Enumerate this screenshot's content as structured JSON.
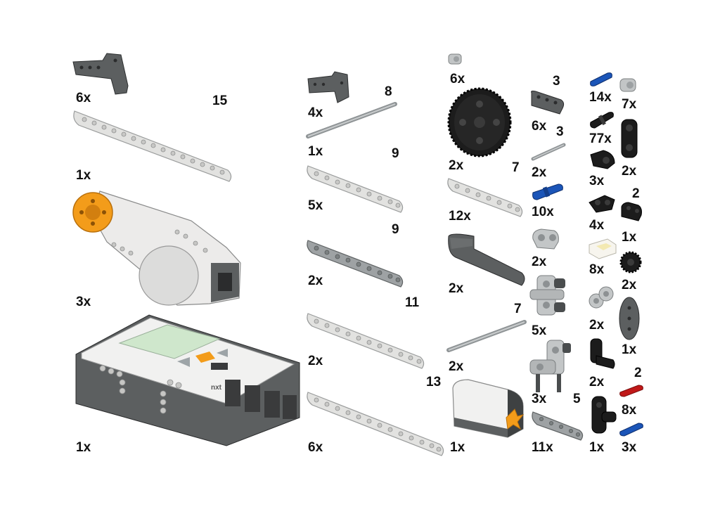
{
  "parts": {
    "lbeam_large": {
      "count": "6x",
      "icon": "lbeam-dark-icon"
    },
    "beam15": {
      "count": "1x",
      "length": "15",
      "icon": "beam-light-icon"
    },
    "motor": {
      "count": "3x",
      "icon": "servo-motor-icon"
    },
    "nxt": {
      "count": "1x",
      "brand": "nxt",
      "icon": "nxt-brick-icon"
    },
    "lbeam_small": {
      "count": "4x",
      "icon": "lbeam-dark-icon"
    },
    "axle8": {
      "count": "1x",
      "length": "8",
      "icon": "axle-icon"
    },
    "beam9a": {
      "count": "5x",
      "length": "9",
      "icon": "beam-light-icon"
    },
    "beam9b": {
      "count": "2x",
      "length": "9",
      "icon": "beam-gray-icon"
    },
    "beam11": {
      "count": "2x",
      "length": "11",
      "icon": "beam-light-icon"
    },
    "beam13": {
      "count": "6x",
      "length": "13",
      "icon": "beam-light-icon"
    },
    "bush": {
      "count": "6x",
      "icon": "bush-icon"
    },
    "gear40": {
      "count": "2x",
      "icon": "gear-icon"
    },
    "beam7a": {
      "count": "12x",
      "length": "7",
      "icon": "beam-light-icon"
    },
    "angbeam": {
      "count": "2x",
      "icon": "angle-beam-icon"
    },
    "axle7": {
      "count": "2x",
      "length": "7",
      "icon": "axle-icon"
    },
    "sensor": {
      "count": "1x",
      "icon": "sensor-icon"
    },
    "beam3": {
      "count": "6x",
      "length": "3",
      "icon": "beam-dark-icon"
    },
    "axle3": {
      "count": "2x",
      "length": "3",
      "icon": "axle-icon"
    },
    "bluepin": {
      "count": "10x",
      "icon": "pin-icon"
    },
    "conn1": {
      "count": "2x",
      "icon": "connector-icon"
    },
    "conn2": {
      "count": "5x",
      "icon": "connector-icon"
    },
    "conn3": {
      "count": "3x",
      "icon": "connector-icon"
    },
    "beam5": {
      "count": "11x",
      "length": "5",
      "icon": "beam-gray-icon"
    },
    "pin14": {
      "count": "14x",
      "icon": "pin-icon"
    },
    "bush7": {
      "count": "7x",
      "icon": "bush-icon"
    },
    "pin77": {
      "count": "77x",
      "icon": "pin-icon"
    },
    "conn2b": {
      "count": "2x",
      "icon": "connector-icon"
    },
    "conn3b": {
      "count": "3x",
      "icon": "connector-icon"
    },
    "pin4": {
      "count": "4x",
      "icon": "pin-icon"
    },
    "beam2": {
      "count": "1x",
      "length": "2",
      "icon": "beam-dark-icon"
    },
    "light8": {
      "count": "8x",
      "icon": "light-icon"
    },
    "gear2": {
      "count": "2x",
      "icon": "gear-icon"
    },
    "conn2c": {
      "count": "2x",
      "icon": "connector-icon"
    },
    "panel": {
      "count": "1x",
      "icon": "panel-icon"
    },
    "conn2d": {
      "count": "2x",
      "icon": "connector-icon"
    },
    "axle2": {
      "count": "8x",
      "length": "2",
      "icon": "axle-red-icon"
    },
    "conn1b": {
      "count": "1x",
      "icon": "connector-icon"
    },
    "pin3": {
      "count": "3x",
      "icon": "pin-icon"
    }
  },
  "colors": {
    "dark_gray": "#5c5f60",
    "light_gray": "#e2e2e0",
    "mid_gray": "#8f9496",
    "black": "#1c1c1c",
    "blue": "#1b55b8",
    "orange": "#f39c1a",
    "red": "#c01818"
  }
}
